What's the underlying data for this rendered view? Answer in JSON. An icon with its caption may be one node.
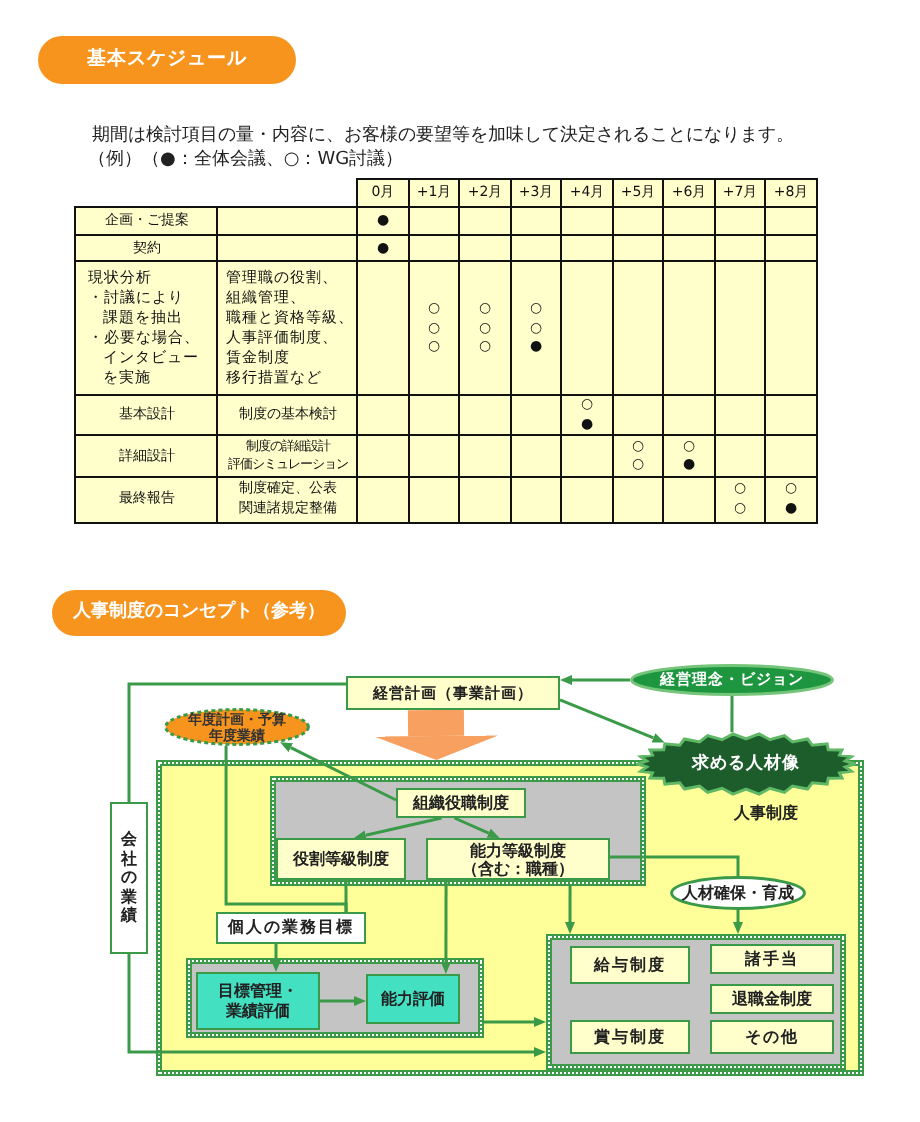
{
  "diagram": {
    "nodes": [
      {
        "text": [
          "基本スケジュール"
        ]
      },
      {
        "text": [
          "人事制度のコンセプト（参考）"
        ]
      },
      {
        "text": [
          "経営計画（事業計画）"
        ]
      },
      {
        "text": [
          "経営理念・ビジョン"
        ]
      },
      {
        "text": [
          "年度計画・予算年度業績"
        ]
      },
      {
        "text": [
          "求める人材像"
        ]
      },
      {
        "text": [
          "人事制度"
        ]
      },
      {
        "text": [],
        "shape": "box",
        "in": 6
      },
      {
        "text": [
          "組織役職制度"
        ],
        "in": 7
      },
      {
        "text": [
          "役割等級制度"
        ],
        "in": 7
      },
      {
        "text": [
          "能力等級制度（含む：職種）"
        ],
        "in": 7
      },
      {
        "text": [
          "会社の業績"
        ]
      },
      {
        "text": [
          "人材確保・育成"
        ],
        "in": 6
      },
      {
        "text": [
          "個人の業務目標"
        ],
        "in": 6
      },
      {
        "text": [],
        "shape": "box",
        "in": 6
      },
      {
        "text": [
          "目標管理・業績評価"
        ],
        "in": 14
      },
      {
        "text": [
          "能力評価"
        ],
        "in": 14
      },
      {
        "text": [],
        "shape": "box",
        "in": 6
      },
      {
        "text": [
          "給与制度"
        ],
        "in": 17
      },
      {
        "text": [
          "諸手当"
        ],
        "in": 17
      },
      {
        "text": [
          "退職金制度"
        ],
        "in": 17
      },
      {
        "text": [
          "賞与制度"
        ],
        "in": 17
      },
      {
        "text": [
          "その他"
        ],
        "in": 17
      }
    ],
    "edges": [
      {
        "from": 3,
        "to": 2,
        "arrow": "to"
      },
      {
        "from": 11,
        "to": 2,
        "arrow": "none"
      },
      {
        "from": 2,
        "to": 5,
        "arrow": "to"
      },
      {
        "from": 3,
        "to": 5,
        "arrow": "none"
      },
      {
        "from": 2,
        "to": 6,
        "arrow": "to",
        "style": "thick",
        "color": "#f8a060"
      },
      {
        "from": 8,
        "to": 4,
        "arrow": "to"
      },
      {
        "from": 8,
        "to": 9,
        "arrow": "to"
      },
      {
        "from": 8,
        "to": 10,
        "arrow": "to"
      },
      {
        "from": 4,
        "to": 13,
        "arrow": "none"
      },
      {
        "from": 9,
        "to": 13,
        "arrow": "none"
      },
      {
        "from": 10,
        "to": 12,
        "arrow": "none"
      },
      {
        "from": 12,
        "to": 17,
        "arrow": "to"
      },
      {
        "from": 7,
        "to": 17,
        "arrow": "to"
      },
      {
        "from": 10,
        "to": 16,
        "arrow": "to"
      },
      {
        "from": 13,
        "to": 15,
        "arrow": "to"
      },
      {
        "from": 15,
        "to": 16,
        "arrow": "to"
      },
      {
        "from": 14,
        "to": 17,
        "arrow": "to"
      },
      {
        "from": 11,
        "to": 17,
        "arrow": "to"
      }
    ],
    "labels": [
      "期間は検討項目の量・内容に、お客様の要望等を加味して決定されることになります。",
      "（例）（●：全体会議、○：WG討議）",
      "0月",
      "+1月",
      "+2月",
      "+3月",
      "+4月",
      "+5月",
      "+6月",
      "+7月",
      "+8月",
      "企画・ご提案",
      "●",
      "契約",
      "●",
      "現状分析・討議により課題を抽出・必要な場合、インタビューを実施",
      "管理職の役割、組織管理、職種と資格等級、人事評価制度、賃金制度移行措置など",
      "○○○",
      "○○○",
      "○○●",
      "基本設計",
      "制度の基本検討",
      "○●",
      "詳細設計",
      "制度の詳細設計評価シミュレーション",
      "○○",
      "○●",
      "最終報告",
      "制度確定、公表関連諸規定整備",
      "○○",
      "○●"
    ]
  }
}
